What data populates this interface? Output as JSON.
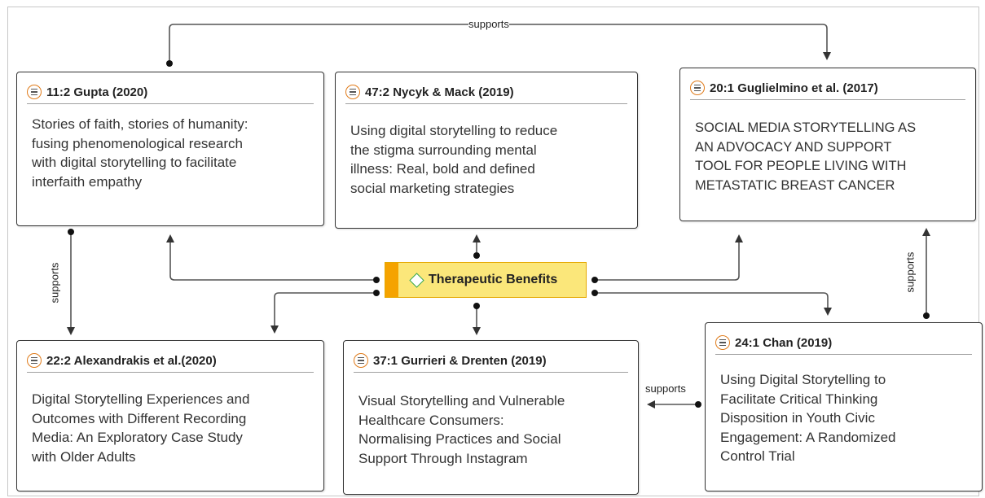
{
  "colors": {
    "accent_orange": "#f5a300",
    "node_fill": "#fbe77a",
    "diamond_green": "#3aa845",
    "icon_orange": "#e07b1a"
  },
  "center_node": {
    "label": "Therapeutic Benefits",
    "icon": "diamond-code-icon"
  },
  "cards": [
    {
      "id": "gupta",
      "title": "11:2 Gupta (2020)",
      "lines": [
        "Stories of faith, stories of humanity:",
        "fusing  phenomenological research",
        "with digital  storytelling to facilitate",
        "interfaith empathy"
      ]
    },
    {
      "id": "nycyk",
      "title": "47:2 Nycyk & Mack (2019)",
      "lines": [
        "Using digital storytelling to reduce",
        "the stigma surrounding mental",
        "illness: Real, bold and defined",
        "social marketing strategies"
      ]
    },
    {
      "id": "guglielmino",
      "title": "20:1 Guglielmino et al. (2017)",
      "lines": [
        "SOCIAL MEDIA STORYTELLING AS",
        "AN ADVOCACY AND SUPPORT",
        "TOOL FOR PEOPLE LIVING WITH",
        "METASTATIC BREAST CANCER"
      ]
    },
    {
      "id": "alexandrakis",
      "title": "22:2 Alexandrakis et al.(2020)",
      "lines": [
        "Digital Storytelling Experiences and",
        "Outcomes  with Different Recording",
        "Media: An Exploratory  Case Study",
        "with Older Adults"
      ]
    },
    {
      "id": "gurrieri",
      "title": "37:1 Gurrieri & Drenten (2019)",
      "lines": [
        "Visual Storytelling and Vulnerable",
        "Healthcare Consumers:",
        "Normalising Practices and Social",
        "Support Through Instagram"
      ]
    },
    {
      "id": "chan",
      "title": "24:1 Chan (2019)",
      "lines": [
        "Using Digital Storytelling to",
        "Facilitate Critical Thinking",
        "Disposition in Youth Civic",
        "Engagement: A Randomized",
        "Control Trial"
      ]
    }
  ],
  "edge_labels": {
    "top": "supports",
    "left": "supports",
    "right": "supports",
    "bottom": "supports"
  },
  "icon_names": {
    "quotation": "document-lines-icon"
  }
}
